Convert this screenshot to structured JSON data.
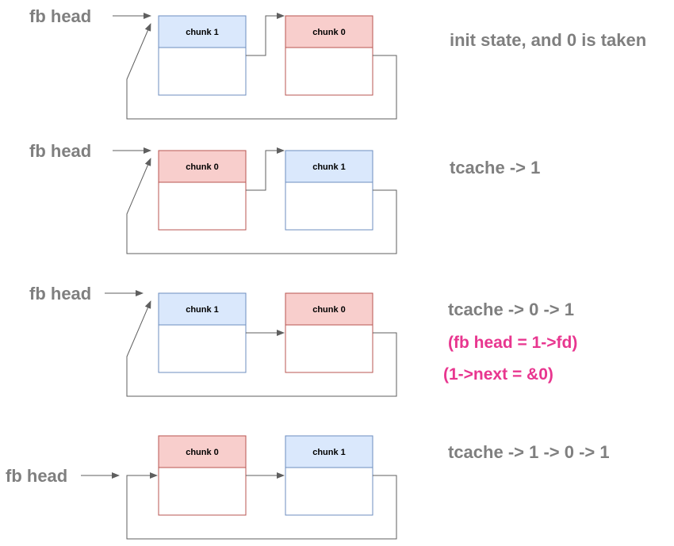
{
  "colors": {
    "taken_header": "#f8cecc",
    "taken_stroke": "#b85450",
    "free_header": "#dae8fc",
    "free_stroke": "#6c8ebf",
    "connector": "#5f5f5f",
    "label_gray": "#7f7f7f",
    "note_pink": "#e8368f"
  },
  "head_label": "fb head",
  "states": [
    {
      "chunks": [
        "chunk 1",
        "chunk 0"
      ],
      "kinds": [
        "free",
        "taken"
      ],
      "descriptions": [
        "init state, and 0 is taken"
      ]
    },
    {
      "chunks": [
        "chunk 0",
        "chunk 1"
      ],
      "kinds": [
        "taken",
        "free"
      ],
      "descriptions": [
        "tcache -> 1"
      ]
    },
    {
      "chunks": [
        "chunk 1",
        "chunk 0"
      ],
      "kinds": [
        "free",
        "taken"
      ],
      "descriptions": [
        "tcache -> 0 -> 1",
        "(fb head = 1->fd)",
        "(1->next = &0)"
      ]
    },
    {
      "chunks": [
        "chunk 0",
        "chunk 1"
      ],
      "kinds": [
        "taken",
        "free"
      ],
      "descriptions": [
        "tcache -> 1 -> 0 -> 1"
      ]
    }
  ]
}
